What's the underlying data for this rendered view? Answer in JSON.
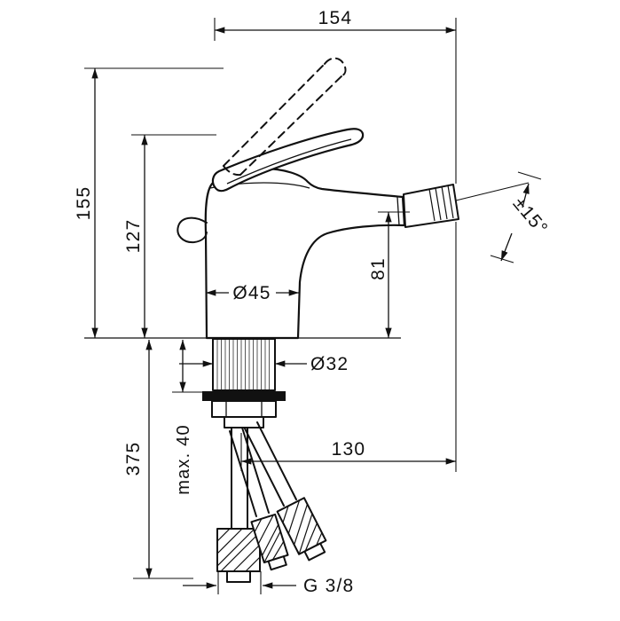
{
  "dims": {
    "overall_width": "154",
    "overall_height": "155",
    "body_height": "127",
    "body_diameter": "Ø45",
    "outlet_height": "81",
    "spray_angle": "±15°",
    "shank_diameter": "Ø32",
    "below_deck_length": "375",
    "max_deck_thickness": "max. 40",
    "outlet_reach": "130",
    "connection_thread": "G 3/8"
  }
}
